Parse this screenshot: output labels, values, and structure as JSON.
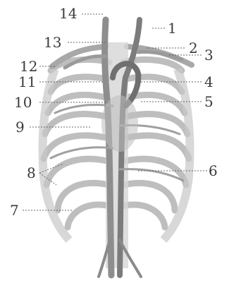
{
  "labels": {
    "l1": "1",
    "l2": "2",
    "l3": "3",
    "l4": "4",
    "l5": "5",
    "l6": "6",
    "l7": "7",
    "l8": "8",
    "l9": "9",
    "l10": "10",
    "l11": "11",
    "l12": "12",
    "l13": "13",
    "l14": "14"
  },
  "colors": {
    "ink": "#3a3a3a",
    "shade": "#cfcfcf",
    "mid": "#9a9a9a",
    "leader": "#666666"
  }
}
